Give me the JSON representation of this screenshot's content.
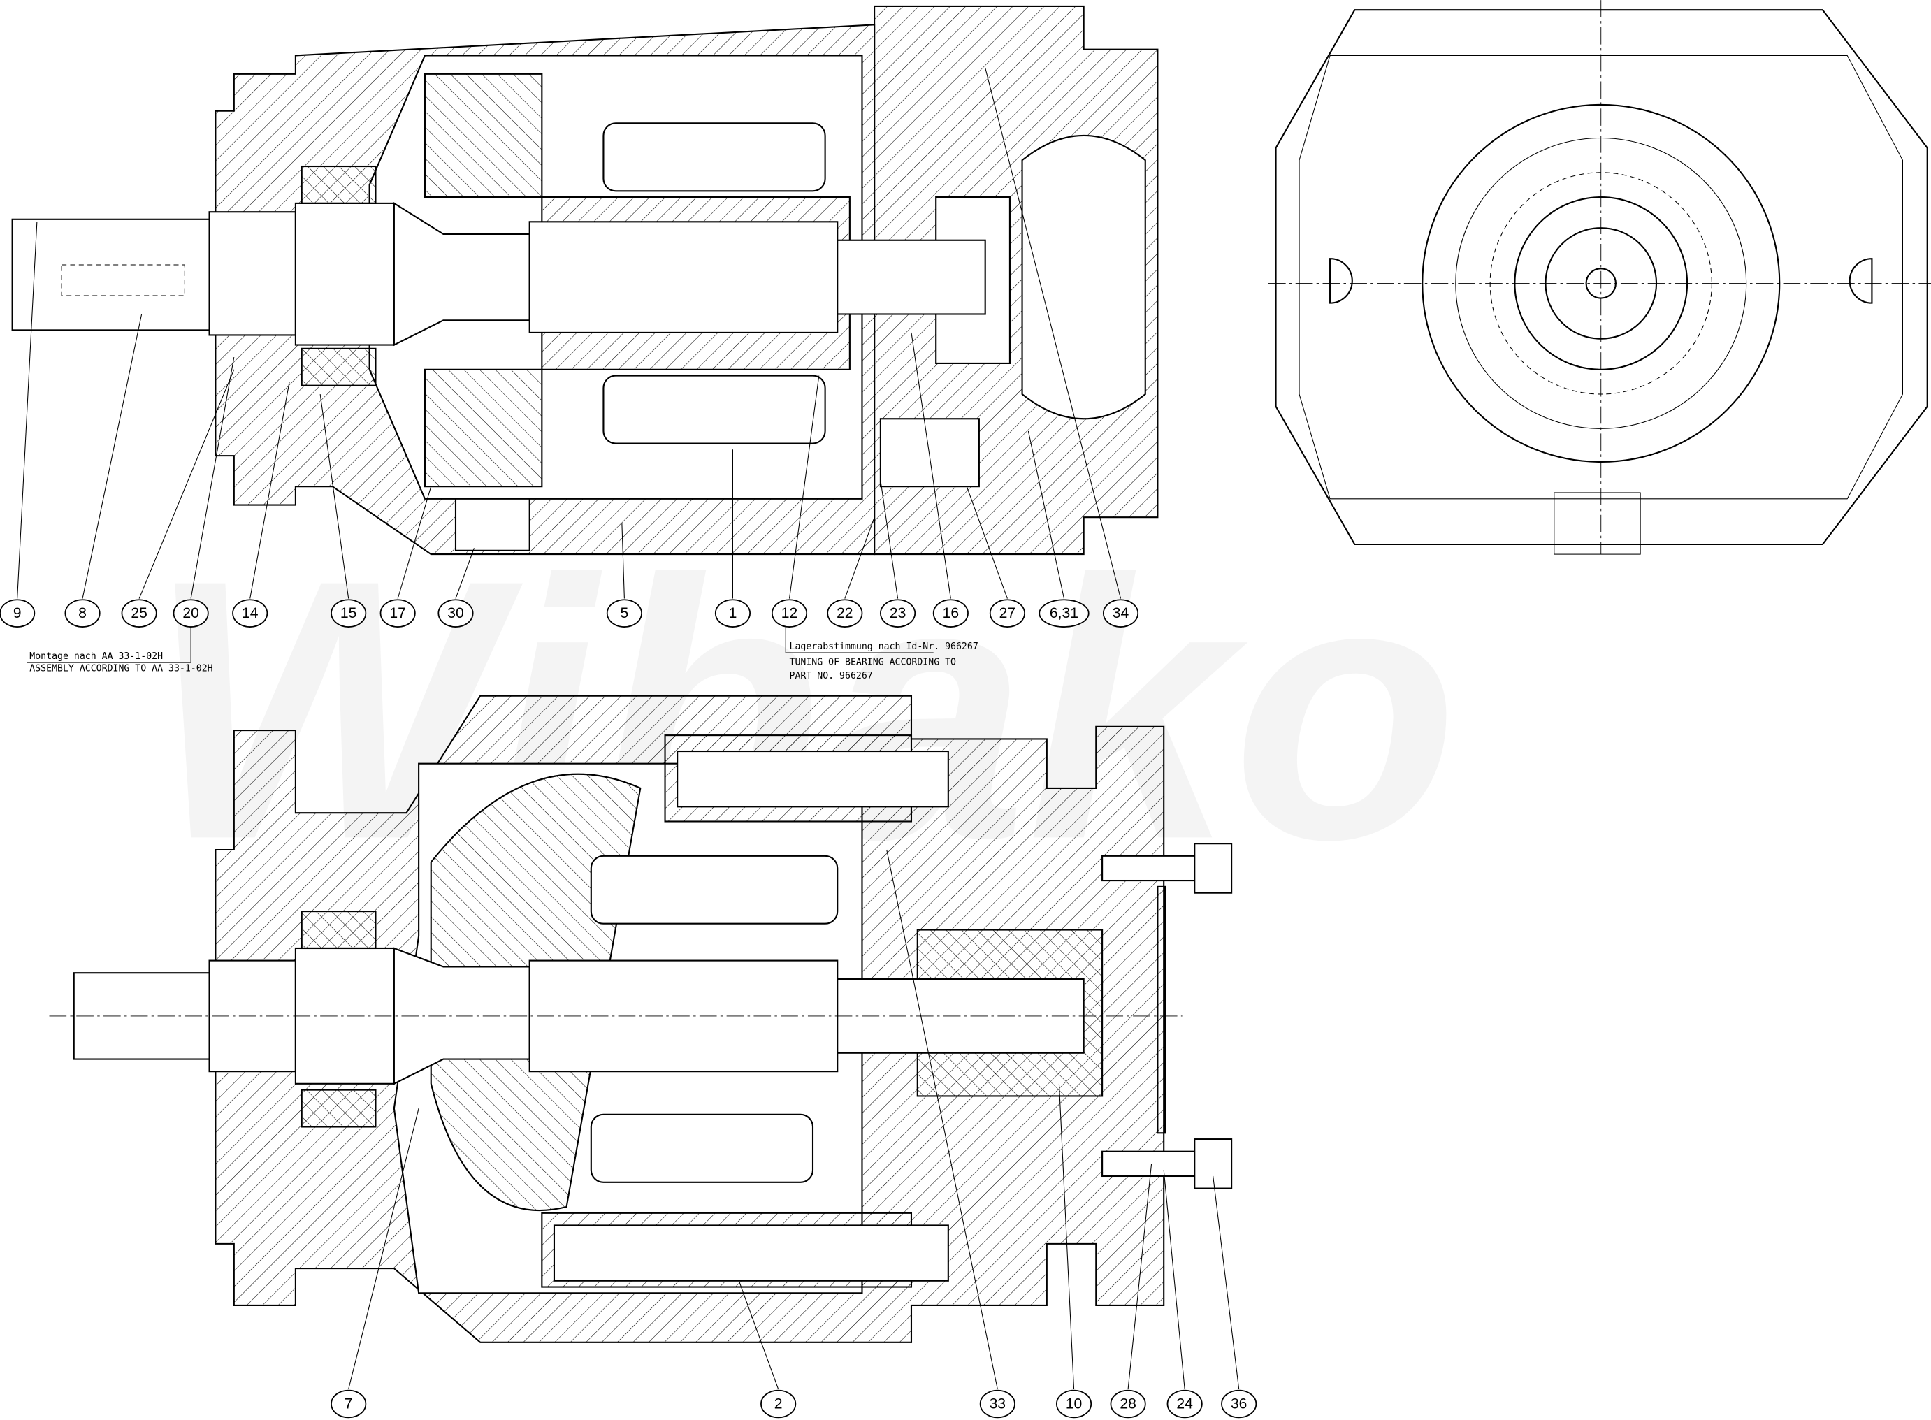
{
  "watermark": "Wibako",
  "notes": {
    "assembly_de": "Montage nach AA 33-1-02H",
    "assembly_en": "ASSEMBLY ACCORDING TO AA 33-1-02H",
    "bearing_de": "Lagerabstimmung nach Id-Nr. 966267",
    "bearing_en_1": "TUNING OF BEARING ACCORDING TO",
    "bearing_en_2": "PART NO. 966267"
  },
  "balloons_top": [
    "9",
    "8",
    "25",
    "20",
    "14",
    "15",
    "17",
    "30",
    "5",
    "1",
    "12",
    "22",
    "23",
    "16",
    "27",
    "6,31",
    "34"
  ],
  "balloons_bottom": [
    "7",
    "2",
    "33",
    "10",
    "28",
    "24",
    "36"
  ]
}
